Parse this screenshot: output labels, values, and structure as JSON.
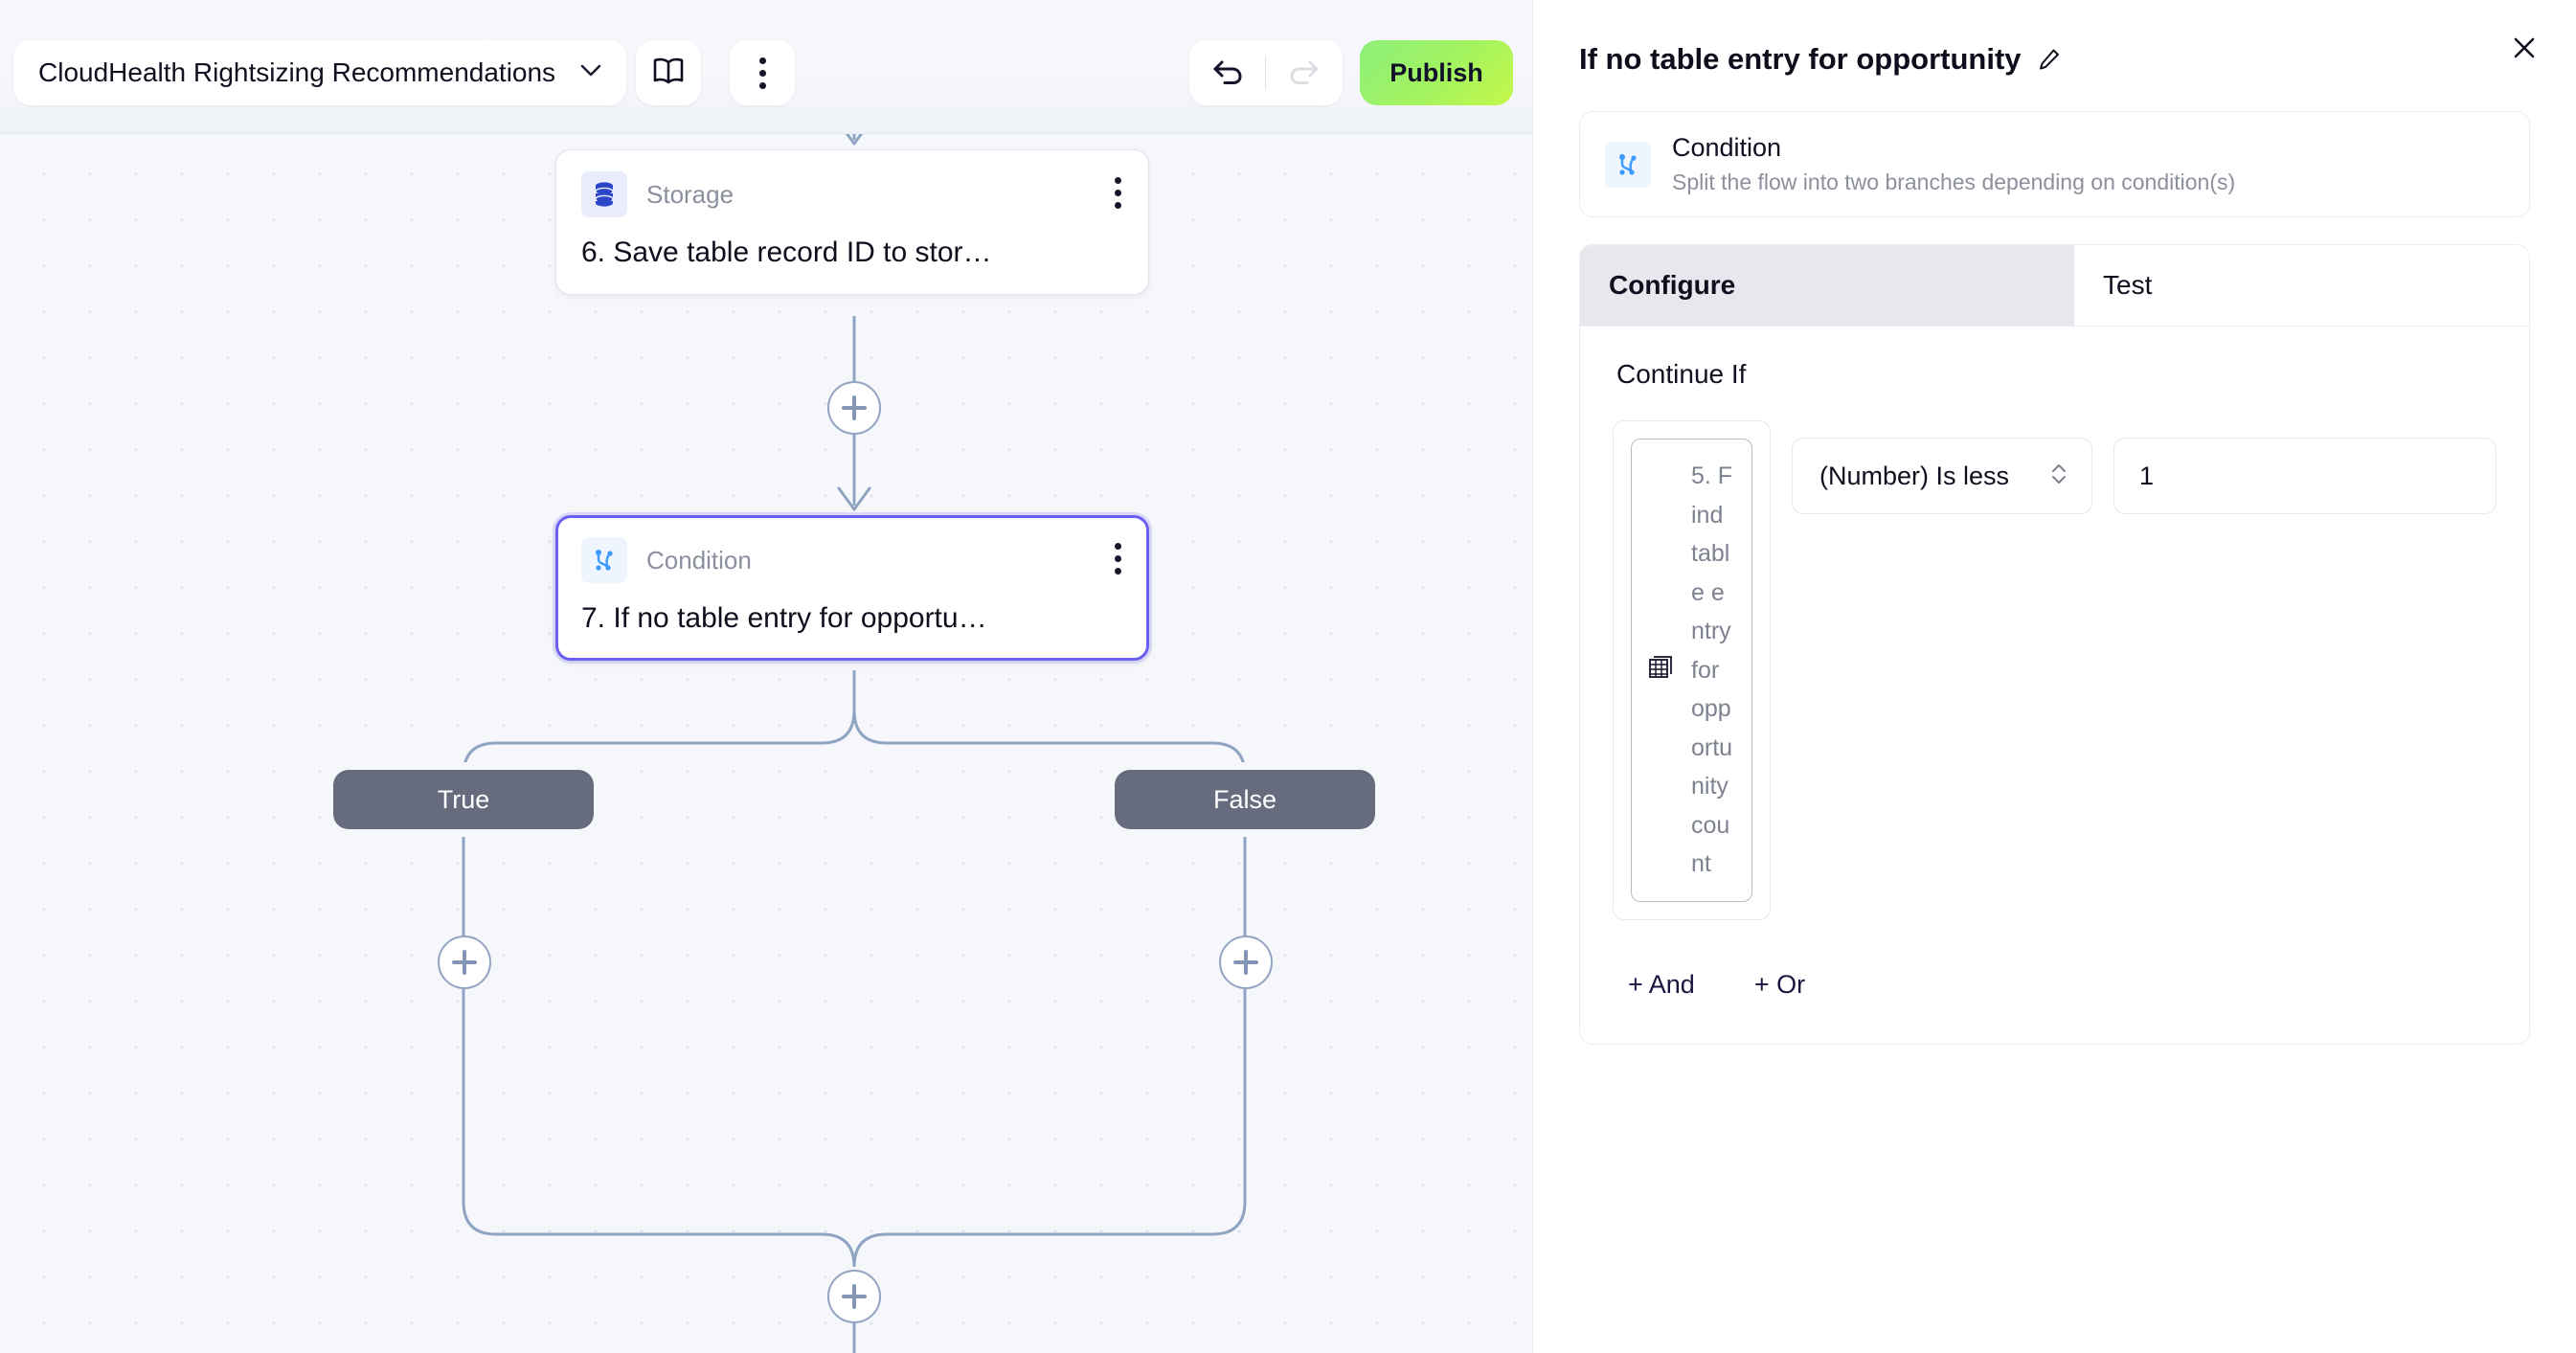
{
  "toolbar": {
    "workflow_name": "CloudHealth Rightsizing Recommendations",
    "chevron_icon": "chevron-down-icon",
    "book_icon": "book-icon",
    "more_icon": "more-vertical-icon",
    "undo_icon": "undo-arrow-icon",
    "redo_icon": "redo-arrow-icon",
    "publish_label": "Publish",
    "publish_color": "#a4f35f"
  },
  "canvas": {
    "nodes": [
      {
        "id": "storage",
        "kind": "Storage",
        "icon": "database-icon",
        "icon_color": "#2b46c8",
        "title": "6. Save table record ID to stor…",
        "menu_icon": "more-vertical-icon",
        "selected": false
      },
      {
        "id": "condition",
        "kind": "Condition",
        "icon": "branch-icon",
        "icon_color": "#3d9bff",
        "title": "7. If no table entry for opportu…",
        "menu_icon": "more-vertical-icon",
        "selected": true
      }
    ],
    "branches": [
      {
        "id": "true",
        "label": "True"
      },
      {
        "id": "false",
        "label": "False"
      }
    ],
    "add_icon": "plus-icon",
    "selected_border_color": "#6a5ff0",
    "edge_color": "#8fa3c2"
  },
  "panel": {
    "title": "If no table entry for opportunity",
    "edit_icon": "pencil-icon",
    "close_icon": "close-icon",
    "info": {
      "icon": "branch-icon",
      "name": "Condition",
      "description": "Split the flow into two branches depending on condition(s)"
    },
    "tabs": [
      {
        "id": "configure",
        "label": "Configure",
        "active": true
      },
      {
        "id": "test",
        "label": "Test",
        "active": false
      }
    ],
    "configure": {
      "section_label": "Continue If",
      "variable": {
        "icon": "table-icon",
        "text": "5. Find table entry for opportunity count"
      },
      "operator": {
        "value": "(Number) Is less",
        "chevron_icon": "chevron-up-down-icon"
      },
      "value": "1",
      "add_and_label": "+ And",
      "add_or_label": "+ Or"
    }
  }
}
